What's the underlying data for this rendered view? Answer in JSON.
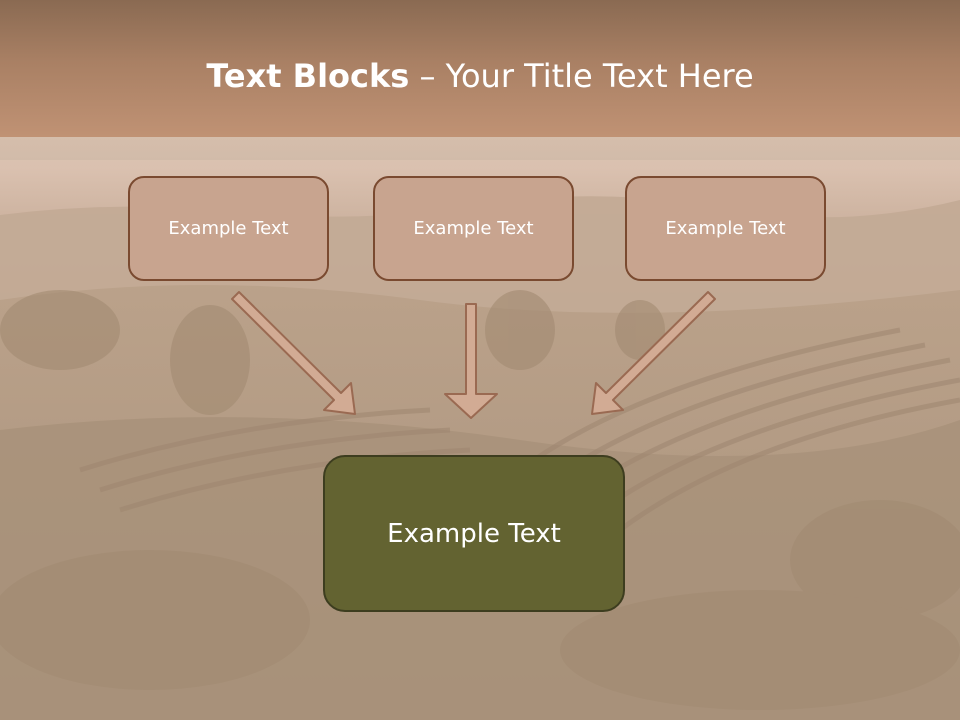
{
  "title": {
    "bold": "Text Blocks",
    "dash": " – ",
    "rest": "Your Title Text Here"
  },
  "blocks": [
    {
      "label": "Example Text"
    },
    {
      "label": "Example Text"
    },
    {
      "label": "Example Text"
    }
  ],
  "target": {
    "label": "Example Text"
  },
  "colors": {
    "header": "#a98064",
    "small_box_fill": "#c8a48f",
    "small_box_border": "#7a4a30",
    "big_box_fill": "#636331",
    "arrow_fill": "#d2ab94",
    "arrow_stroke": "#9a6a52"
  }
}
